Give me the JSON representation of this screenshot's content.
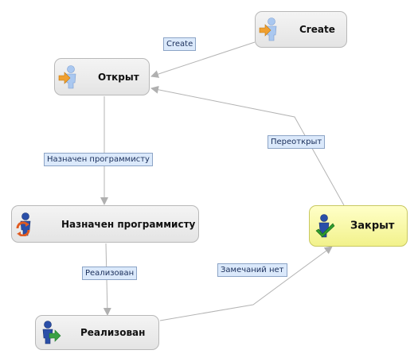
{
  "nodes": {
    "create": {
      "label": "Create",
      "icon": "person-arrow-in-icon"
    },
    "open": {
      "label": "Открыт",
      "icon": "person-arrow-in-icon"
    },
    "assigned": {
      "label": "Назначен программисту",
      "icon": "person-refresh-icon"
    },
    "implemented": {
      "label": "Реализован",
      "icon": "person-arrow-out-icon"
    },
    "closed": {
      "label": "Закрыт",
      "icon": "person-check-icon"
    }
  },
  "edges": {
    "create_to_open": "Create",
    "open_to_assigned": "Назначен программисту",
    "assigned_to_implemented": "Реализован",
    "implemented_to_closed": "Замечаний нет",
    "closed_to_open": "Переоткрыт"
  },
  "colors": {
    "node_fill": "#ececec",
    "final_node_fill": "#f6f6a8",
    "edge_line": "#b4b4b4",
    "edge_label_fill": "#dbe9fb",
    "edge_label_border": "#8ca4c6",
    "person_light": "#8ab0e4",
    "person_dark": "#1f3c8c",
    "arrow_in": "#f0a030",
    "arrow_out": "#3aa044",
    "check": "#2e9a2e",
    "refresh": "#e05a20"
  }
}
